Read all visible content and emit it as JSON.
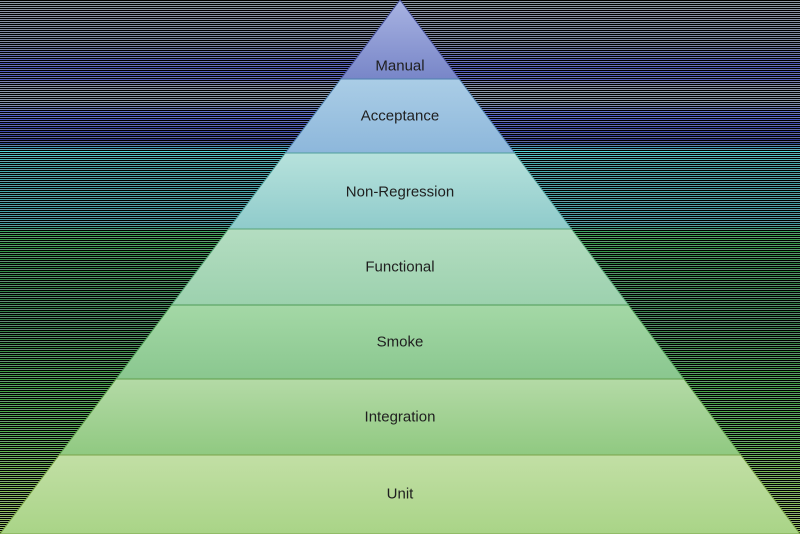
{
  "diagram": {
    "label_color": "#1f1f1f",
    "levels": [
      {
        "id": "manual",
        "label": "Manual",
        "colors": {
          "top": "#a8b3e2",
          "bottom": "#7886c8",
          "stroke": "#49549e"
        }
      },
      {
        "id": "acceptance",
        "label": "Acceptance",
        "colors": {
          "top": "#aacde6",
          "bottom": "#8db7db",
          "stroke": "#4e7fae"
        }
      },
      {
        "id": "non-regression",
        "label": "Non-Regression",
        "colors": {
          "top": "#b7e2dc",
          "bottom": "#8fcbcb",
          "stroke": "#4f9f9b"
        }
      },
      {
        "id": "functional",
        "label": "Functional",
        "colors": {
          "top": "#b4ddc1",
          "bottom": "#9cd1ae",
          "stroke": "#57a376"
        }
      },
      {
        "id": "smoke",
        "label": "Smoke",
        "colors": {
          "top": "#a4d8a6",
          "bottom": "#8ac78f",
          "stroke": "#4d9a55"
        }
      },
      {
        "id": "integration",
        "label": "Integration",
        "colors": {
          "top": "#b4daa6",
          "bottom": "#90c981",
          "stroke": "#5f9e4b"
        }
      },
      {
        "id": "unit",
        "label": "Unit",
        "colors": {
          "top": "#c2dfa5",
          "bottom": "#a9d487",
          "stroke": "#7aa348"
        }
      }
    ]
  }
}
